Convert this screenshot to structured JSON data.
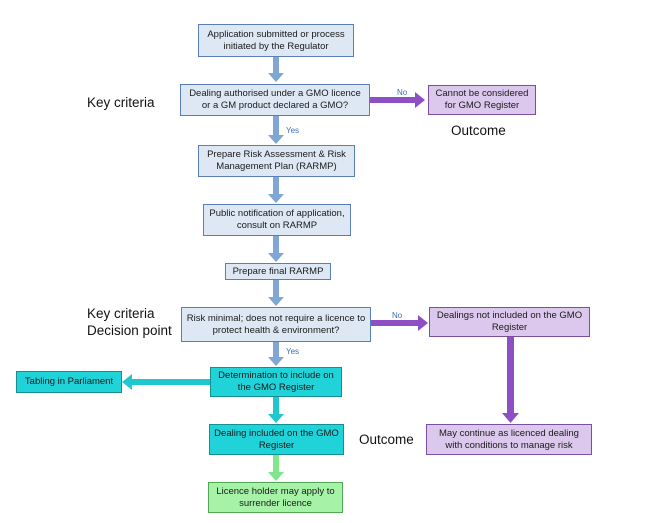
{
  "nodes": {
    "submitted": "Application submitted or process initiated by the Regulator",
    "dealing_authorised": "Dealing authorised under a GMO licence or a GM product declared a GMO?",
    "cannot_consider": "Cannot be considered for GMO Register",
    "prepare_rarmp": "Prepare Risk Assessment & Risk Management Plan (RARMP)",
    "public_notification": "Public notification of application, consult on RARMP",
    "prepare_final": "Prepare final RARMP",
    "risk_minimal": "Risk minimal; does not require a licence to protect health & environment?",
    "not_included": "Dealings not included on the GMO Register",
    "determination": "Determination to include on the GMO Register",
    "tabling": "Tabling in Parliament",
    "dealing_included": "Dealing included on the GMO Register",
    "may_continue": "May continue as licenced dealing with conditions to manage risk",
    "licence_holder": "Licence holder may apply to surrender licence"
  },
  "labels": {
    "key_criteria_1": "Key criteria",
    "key_criteria_2": "Key criteria",
    "decision_point": "Decision point",
    "outcome_1": "Outcome",
    "outcome_2": "Outcome"
  },
  "edges": {
    "no_1": "No",
    "yes_1": "Yes",
    "no_2": "No",
    "yes_2": "Yes"
  },
  "colors": {
    "blue_arrow": "#7fa6d4",
    "purple_arrow": "#8e4fc4",
    "teal_arrow": "#1fc8cf",
    "green_arrow": "#7fe68a"
  }
}
